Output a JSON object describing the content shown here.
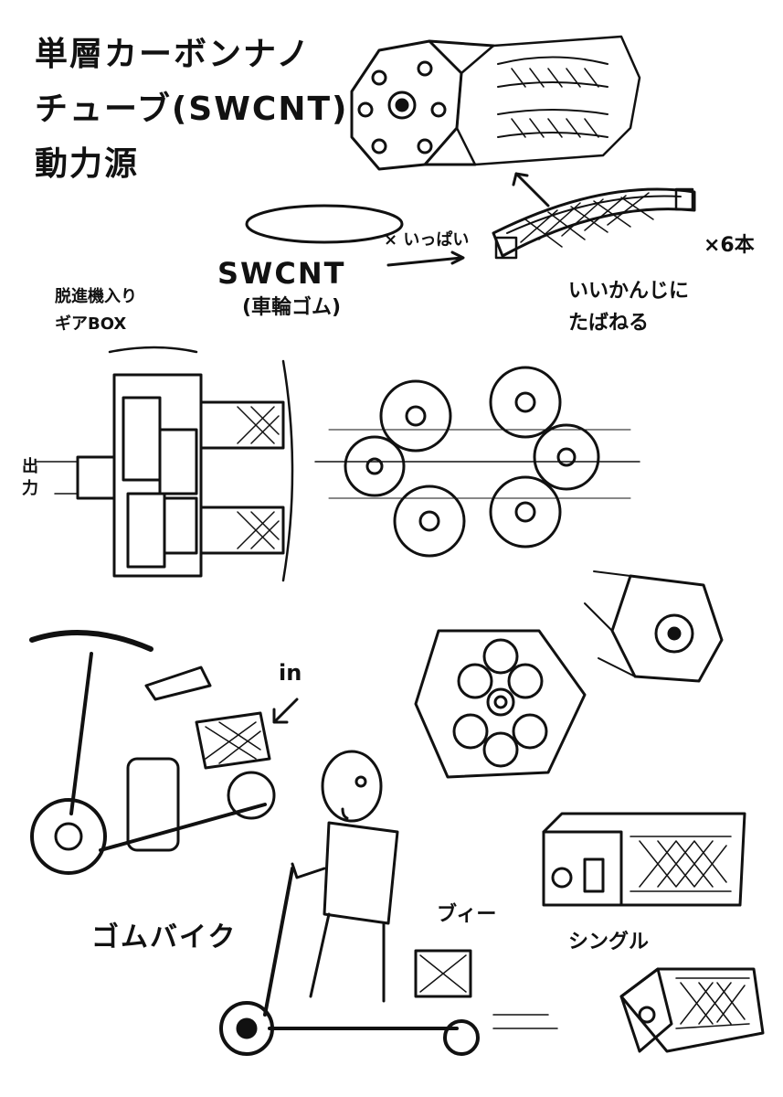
{
  "title": {
    "line1": "単層カーボンナノ",
    "line2": "チューブ(SWCNT)",
    "line3": "動力源"
  },
  "labels": {
    "fill": "× いっぱい",
    "times6": "×6本",
    "swcnt": "SWCNT",
    "rubber_band": "(車輪ゴム)",
    "bundle_line1": "いいかんじに",
    "bundle_line2": "たばねる",
    "gearbox_line1": "脱進機入り",
    "gearbox_line2": "ギアBOX",
    "output": "出力",
    "in": "in",
    "rubber_bike": "ゴムバイク",
    "vroom": "ブィー",
    "single": "シングル"
  },
  "colors": {
    "ink": "#111111",
    "paper": "#ffffff"
  }
}
